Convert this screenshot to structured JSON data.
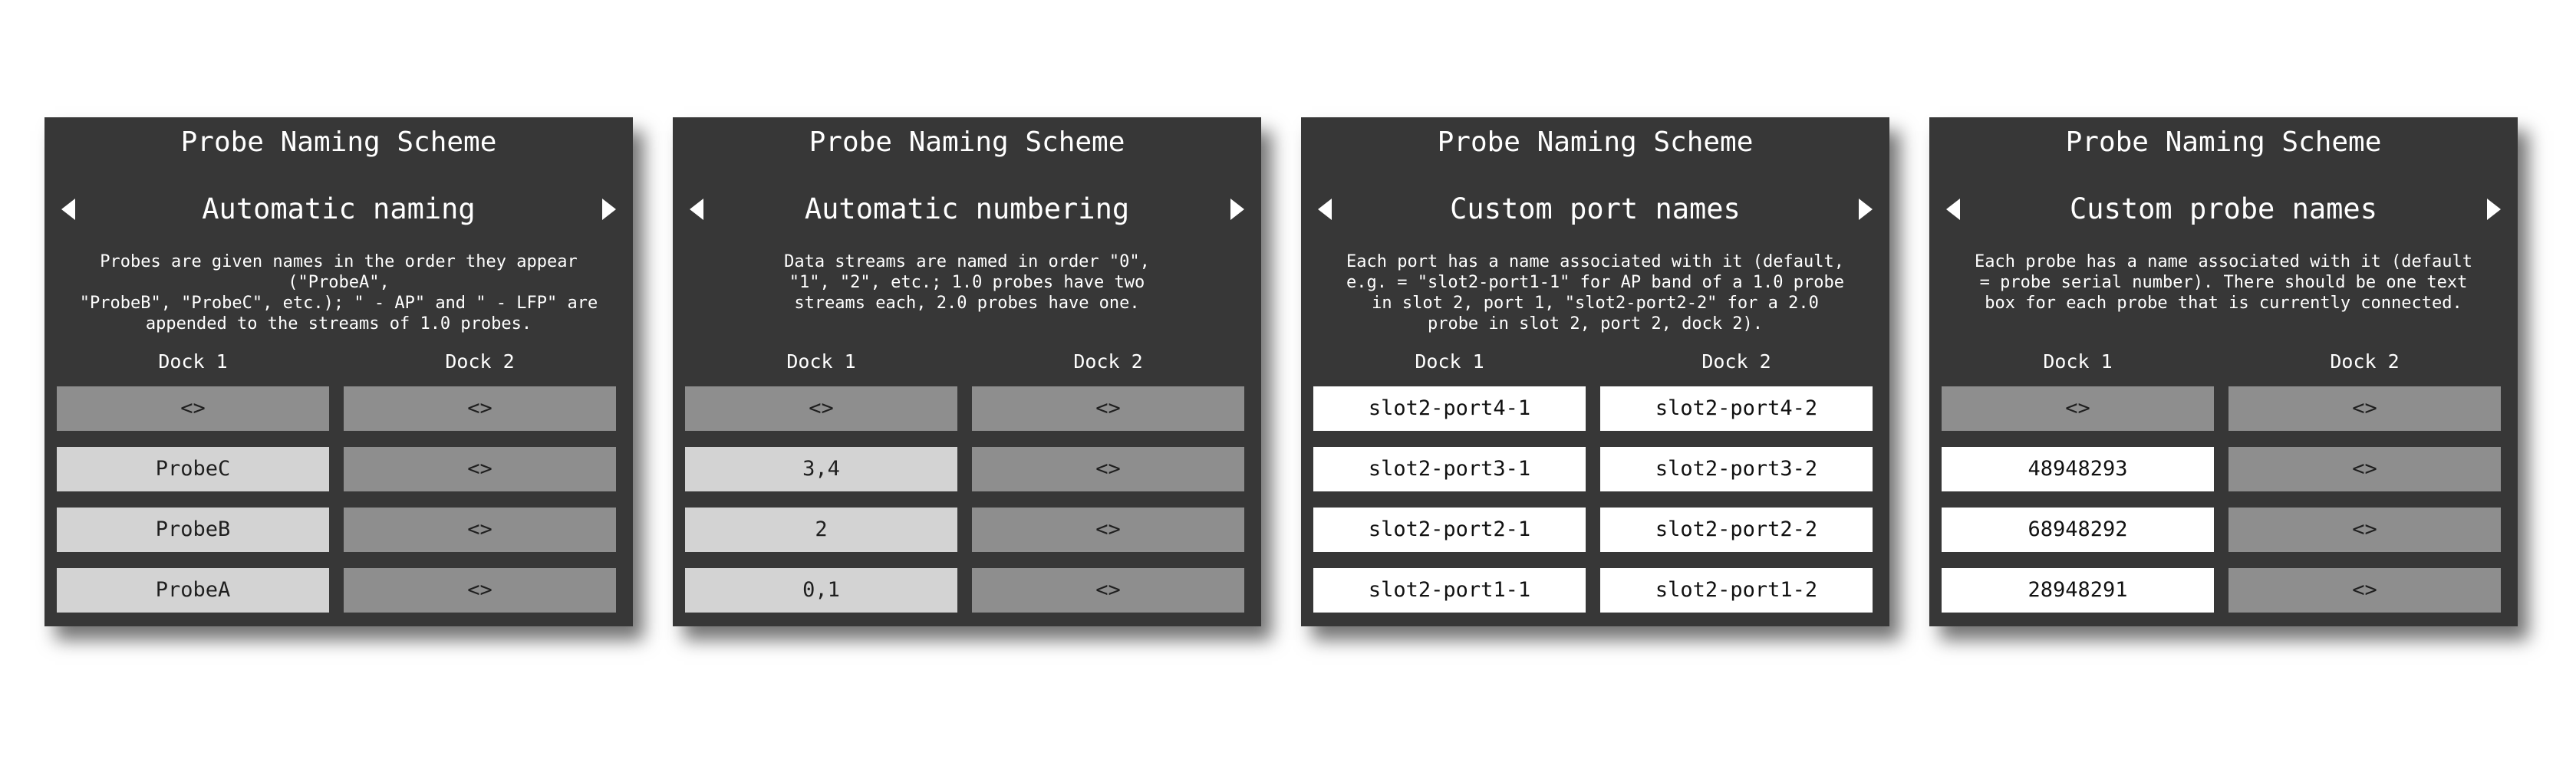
{
  "panels": [
    {
      "title": "Probe Naming Scheme",
      "mode": "Automatic naming",
      "description": "Probes are given names in the order they appear (\"ProbeA\",\n\"ProbeB\", \"ProbeC\", etc.); \" - AP\" and \" - LFP\" are\nappended to the streams of 1.0 probes.",
      "dock1_label": "Dock 1",
      "dock2_label": "Dock 2",
      "dock1": [
        "<>",
        "ProbeC",
        "ProbeB",
        "ProbeA"
      ],
      "dock2": [
        "<>",
        "<>",
        "<>",
        "<>"
      ]
    },
    {
      "title": "Probe Naming Scheme",
      "mode": "Automatic numbering",
      "description": "Data streams are named in order \"0\",\n\"1\", \"2\", etc.; 1.0 probes have two\nstreams each, 2.0 probes have one.",
      "dock1_label": "Dock 1",
      "dock2_label": "Dock 2",
      "dock1": [
        "<>",
        "3,4",
        "2",
        "0,1"
      ],
      "dock2": [
        "<>",
        "<>",
        "<>",
        "<>"
      ]
    },
    {
      "title": "Probe Naming Scheme",
      "mode": "Custom port names",
      "description": "Each port has a name associated with it (default,\ne.g. = \"slot2-port1-1\" for AP band of a 1.0 probe\nin slot 2, port 1, \"slot2-port2-2\" for a 2.0\nprobe in slot 2, port 2, dock 2).",
      "dock1_label": "Dock 1",
      "dock2_label": "Dock 2",
      "dock1": [
        "slot2-port4-1",
        "slot2-port3-1",
        "slot2-port2-1",
        "slot2-port1-1"
      ],
      "dock2": [
        "slot2-port4-2",
        "slot2-port3-2",
        "slot2-port2-2",
        "slot2-port1-2"
      ]
    },
    {
      "title": "Probe Naming Scheme",
      "mode": "Custom probe names",
      "description": "Each probe has a name associated with it (default\n= probe serial number). There should be one text\nbox for each probe that is currently connected.",
      "dock1_label": "Dock 1",
      "dock2_label": "Dock 2",
      "dock1": [
        "<>",
        "48948293",
        "68948292",
        "28948291"
      ],
      "dock2": [
        "<>",
        "<>",
        "<>",
        "<>"
      ]
    }
  ],
  "icons": {
    "prev": "triangle-left-icon",
    "next": "triangle-right-icon"
  },
  "colors": {
    "panel_bg": "#373737",
    "cell_disabled": "#8e8e8e",
    "cell_filled": "#d3d3d3",
    "cell_text_input": "#ffffff"
  }
}
